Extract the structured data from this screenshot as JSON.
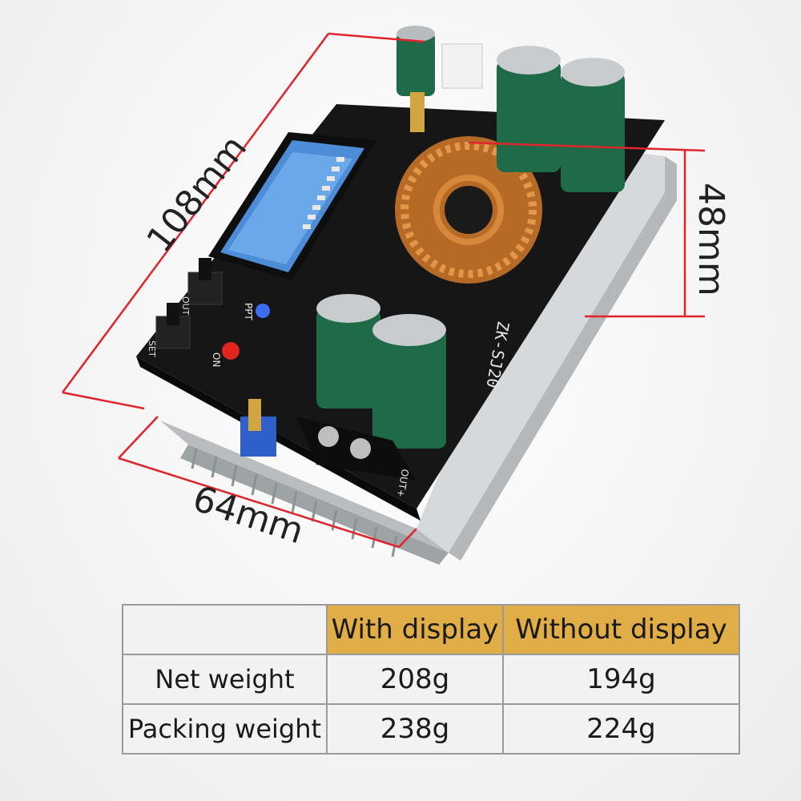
{
  "dimensions": {
    "length": "108mm",
    "width": "64mm",
    "height": "48mm"
  },
  "board": {
    "model": "ZK-SJ20",
    "labels": [
      "OUT+",
      "ON",
      "PPT",
      "OUT",
      "SET"
    ]
  },
  "table": {
    "headers": [
      "",
      "With display",
      "Without display"
    ],
    "rows": [
      {
        "label": "Net weight",
        "with_display": "208g",
        "without_display": "194g"
      },
      {
        "label": "Packing weight",
        "with_display": "238g",
        "without_display": "224g"
      }
    ]
  },
  "colors": {
    "dimension_line": "#e0242c",
    "header_bg": "#e0ad47",
    "pcb": "#151515",
    "heatsink": "#cfd2d4",
    "capacitor": "#1f6b47",
    "coil": "#c8782e"
  }
}
